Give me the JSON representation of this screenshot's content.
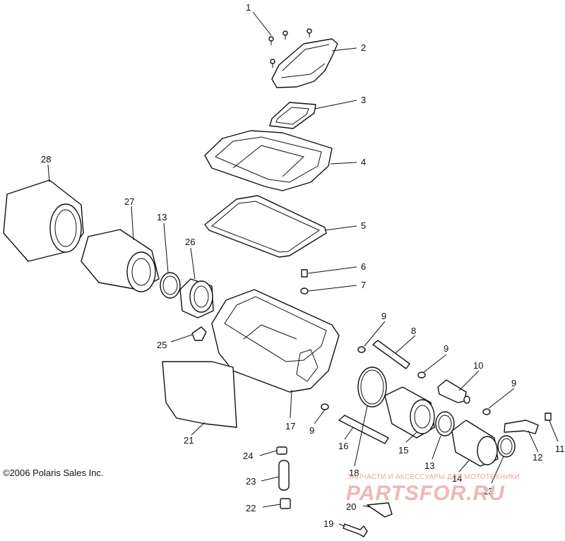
{
  "copyright": "©2006 Polaris Sales Inc.",
  "watermark": {
    "tagline": "ЗАПЧАСТИ И АКСЕССУАРЫ ДЛЯ МОТОТЕХНИКИ",
    "logo": "PARTSFOR.RU"
  },
  "callouts": {
    "c1": "1",
    "c2": "2",
    "c3": "3",
    "c4": "4",
    "c5": "5",
    "c6": "6",
    "c7": "7",
    "c8": "8",
    "c9a": "9",
    "c9b": "9",
    "c9c": "9",
    "c9d": "9",
    "c10": "10",
    "c11": "11",
    "c12": "12",
    "c13a": "13",
    "c13b": "13",
    "c13c": "13",
    "c14": "14",
    "c15": "15",
    "c16": "16",
    "c17": "17",
    "c18": "18",
    "c19": "19",
    "c20": "20",
    "c21": "21",
    "c22": "22",
    "c23": "23",
    "c24": "24",
    "c25": "25",
    "c26": "26",
    "c27": "27",
    "c28": "28"
  }
}
